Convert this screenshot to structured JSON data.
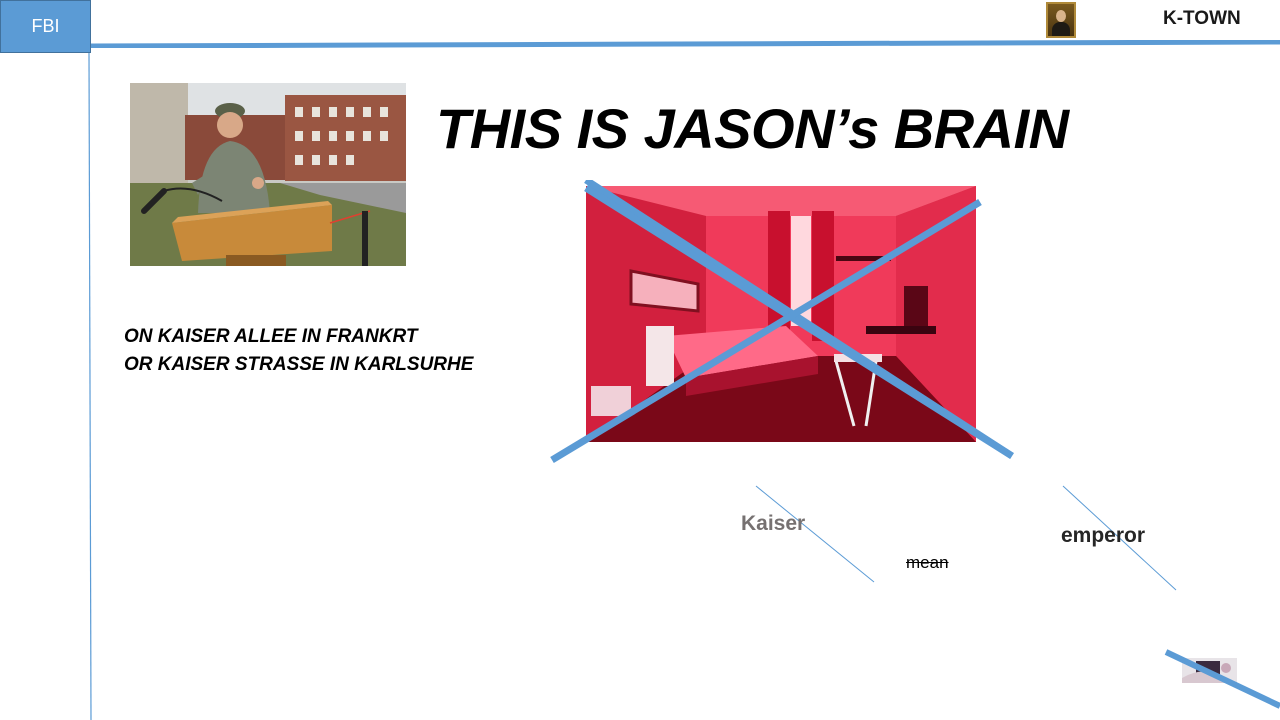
{
  "header": {
    "tab_label": "FBI",
    "right_label": "K-TOWN"
  },
  "slide": {
    "title": "THIS IS JASON’s BRAIN",
    "address_lines": [
      "ON KAISER ALLEE IN FRANKRT",
      "OR KAISER STRASSE IN KARLSURHE"
    ]
  },
  "words": {
    "kaiser": "Kaiser",
    "mean": "mean",
    "emperor": "emperor"
  },
  "colors": {
    "accent_blue": "#5b9bd5",
    "photo_red": "#e8193a",
    "kaiser_gray": "#767171"
  },
  "icons": [
    "portrait-icon",
    "thumbnail-image"
  ]
}
